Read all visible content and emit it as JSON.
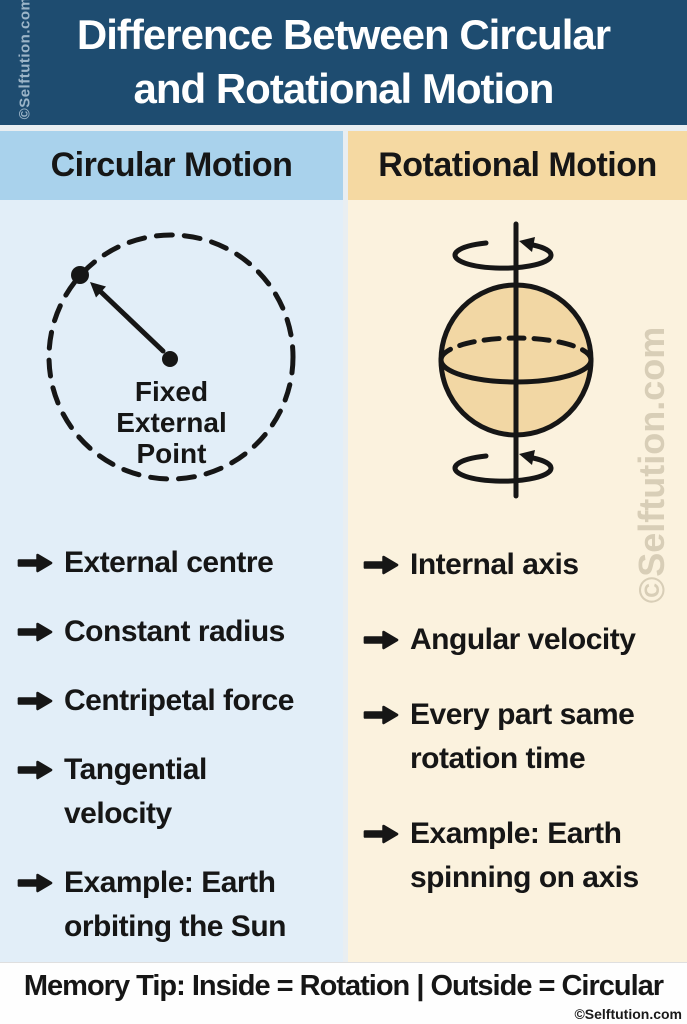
{
  "header": {
    "title_line1": "Difference Between Circular",
    "title_line2": "and Rotational Motion"
  },
  "watermarks": {
    "header_vertical": "©Selftution.com",
    "column_vertical": "©Selftution.com"
  },
  "columns": {
    "left": {
      "header": "Circular Motion",
      "diagram": {
        "type": "dashed-circle-with-radius-arrow",
        "label_lines": [
          "Fixed",
          "External",
          "Point"
        ]
      },
      "bullets": [
        {
          "lines": [
            "External centre"
          ]
        },
        {
          "lines": [
            "Constant radius"
          ]
        },
        {
          "lines": [
            "Centripetal force"
          ]
        },
        {
          "lines": [
            "Tangential",
            "velocity"
          ]
        },
        {
          "lines": [
            "Example: Earth",
            "orbiting the Sun"
          ]
        }
      ]
    },
    "right": {
      "header": "Rotational Motion",
      "diagram": {
        "type": "sphere-with-vertical-rotation-axis"
      },
      "bullets": [
        {
          "lines": [
            "Internal axis"
          ]
        },
        {
          "lines": [
            "Angular velocity"
          ]
        },
        {
          "lines": [
            "Every part same",
            "rotation time"
          ]
        },
        {
          "lines": [
            "Example: Earth",
            "spinning on axis"
          ]
        }
      ]
    }
  },
  "footer": {
    "memory_tip": "Memory Tip: Inside = Rotation | Outside = Circular",
    "copyright": "©Selftution.com"
  },
  "icons": {
    "bullet": "arrow-right-icon",
    "rotation": "curved-rotation-arrow-icon"
  },
  "colors": {
    "header-bg": "#1e4c70",
    "left-band": "#a9d2ec",
    "left-body": "#e2eef8",
    "right-band": "#f5d9a2",
    "right-body": "#fbf2de",
    "ink": "#161616",
    "sphere-fill": "#f2d7a4",
    "panel-gap": "#e9eef1",
    "footer-bg": "#fefefe",
    "title-color": "#ffffff",
    "wm-header-color": "rgba(199,216,230,0.75)",
    "wm-column-color": "rgba(136,122,92,0.30)"
  }
}
